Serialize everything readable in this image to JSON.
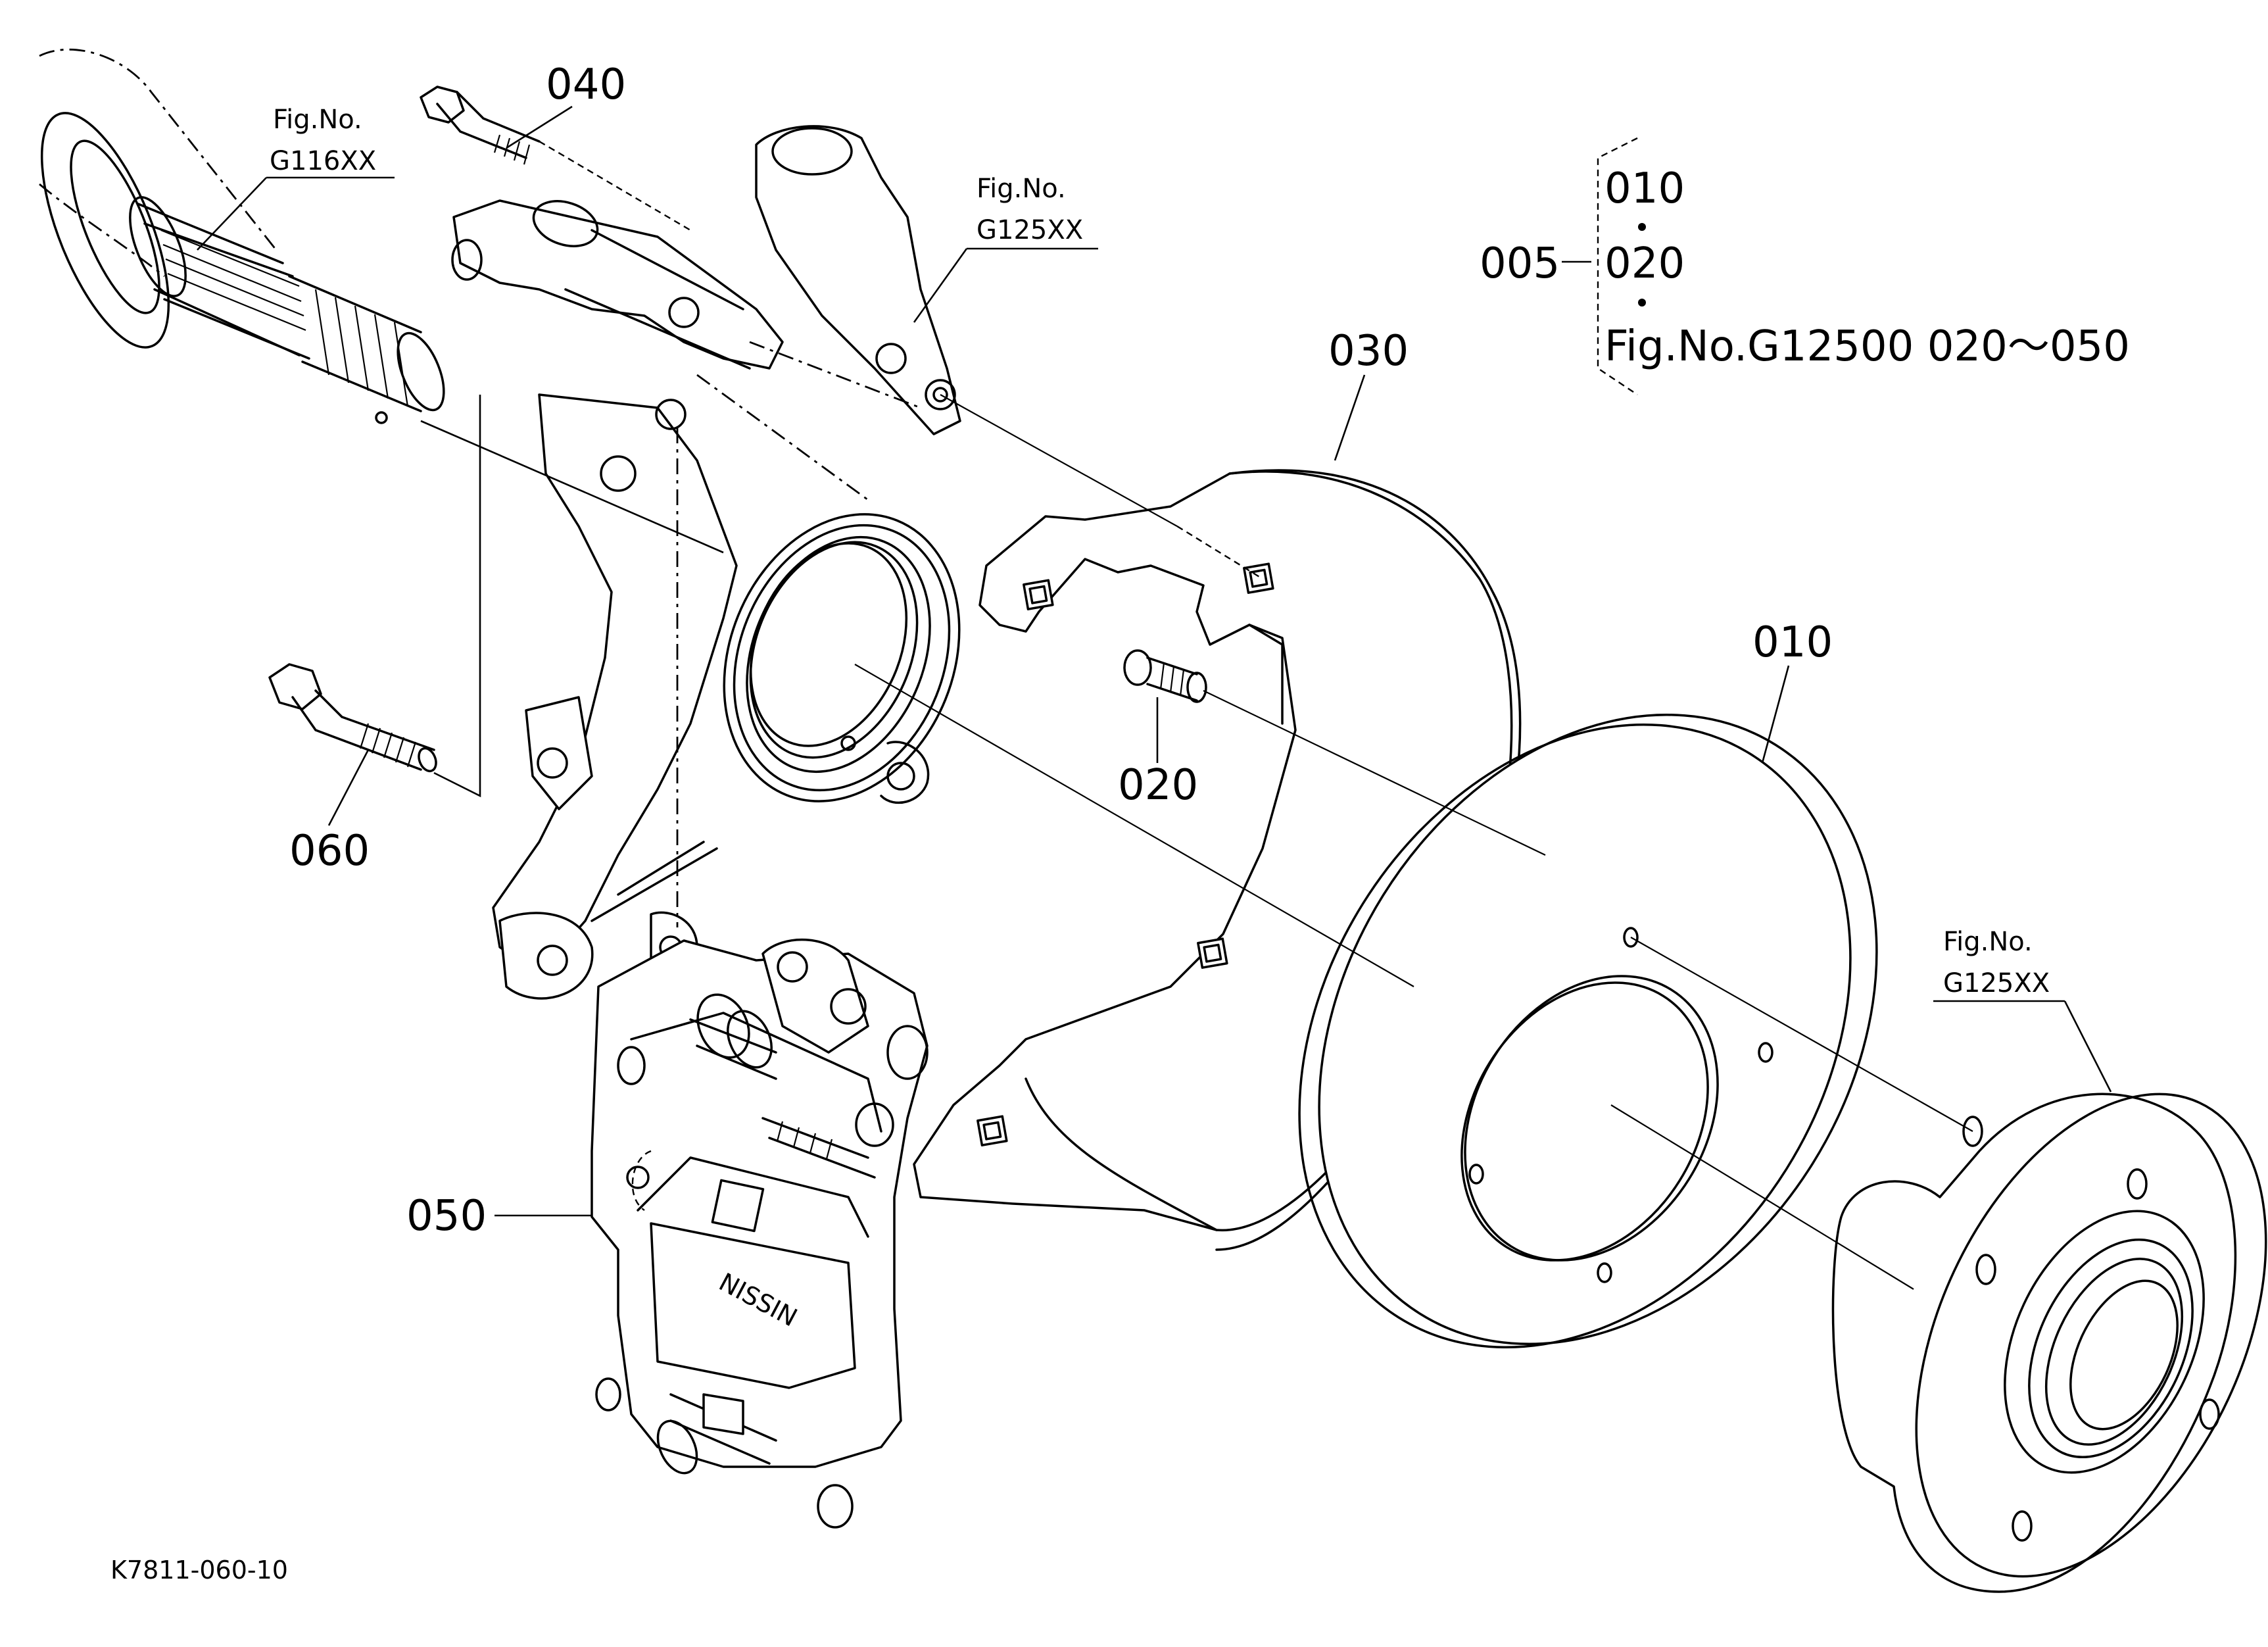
{
  "drawing_code": "K7811-060-10",
  "parts": {
    "p005": "005",
    "p010": "010",
    "p020": "020",
    "p030": "030",
    "p040": "040",
    "p050": "050",
    "p060": "060"
  },
  "references": {
    "ref_drive_shaft": {
      "line1": "Fig.No.",
      "line2": "G116XX"
    },
    "ref_knuckle": {
      "line1": "Fig.No.",
      "line2": "G125XX"
    },
    "ref_hub": {
      "line1": "Fig.No.",
      "line2": "G125XX"
    }
  },
  "group_005": {
    "item1": "010",
    "item2": "020",
    "note": "Fig.No.G12500  020～050"
  },
  "caliper_brand": "NISSIN"
}
